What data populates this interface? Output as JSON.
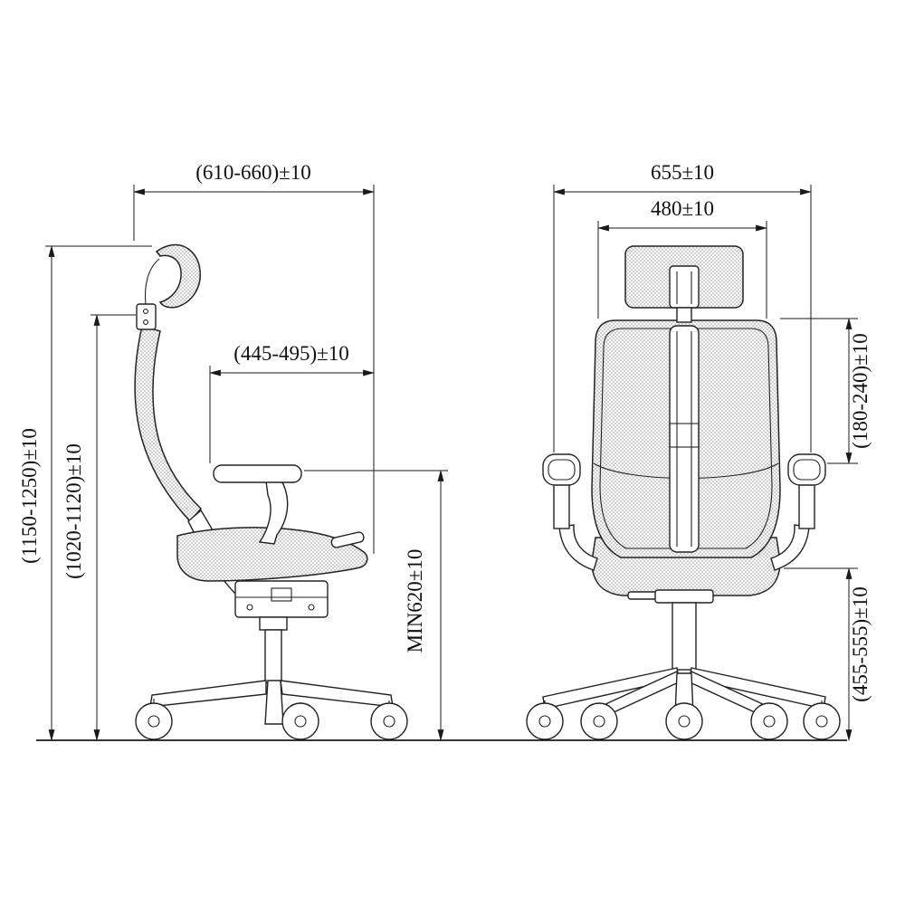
{
  "diagram": {
    "subject": "office-chair-dimension-drawing",
    "side": {
      "depth": "(610-660)±10",
      "overall_height": "(1150-1250)±10",
      "back_height": "(1020-1120)±10",
      "seat_depth": "(445-495)±10",
      "min_height": "MIN620±10"
    },
    "back": {
      "overall_width": "655±10",
      "backrest_width": "480±10",
      "armrest_height_range": "(180-240)±10",
      "seat_height_range": "(455-555)±10"
    },
    "colors": {
      "ink": "#1a1a1a",
      "background": "#ffffff"
    }
  }
}
